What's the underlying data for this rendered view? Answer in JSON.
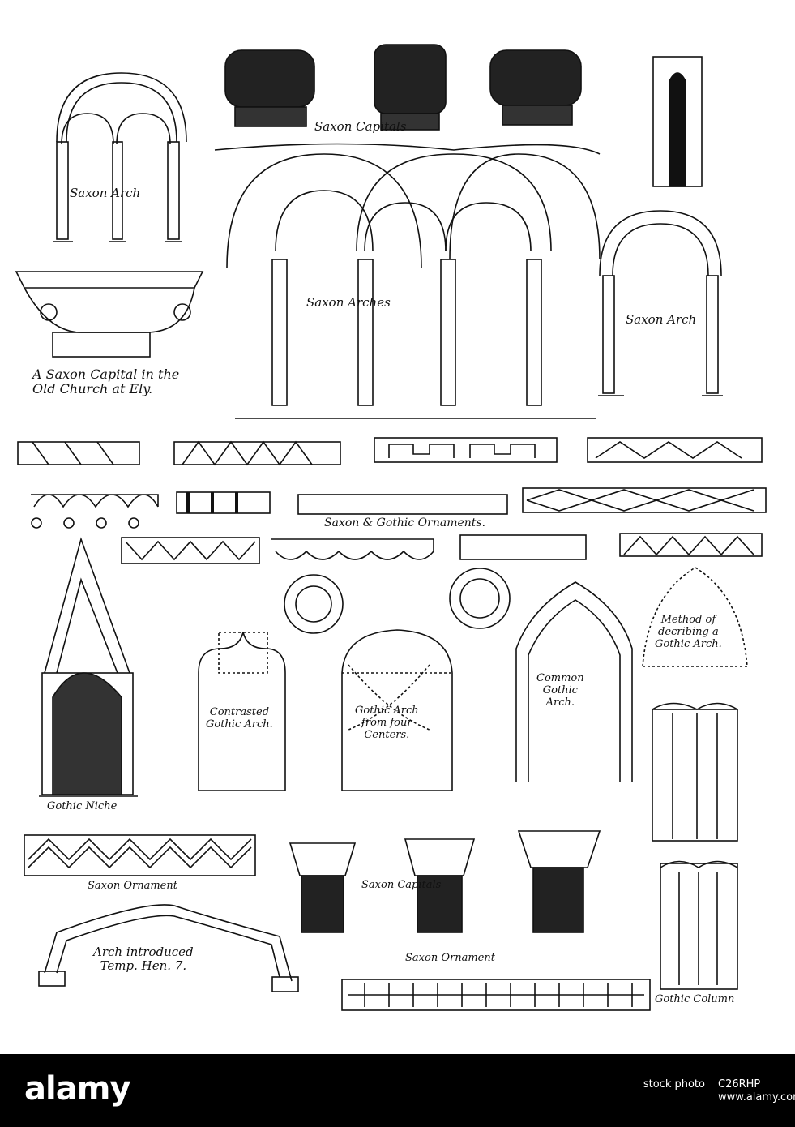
{
  "labels": {
    "saxon_capitals_top": "Saxon      Capitals",
    "saxon_arch_left": "Saxon    Arch",
    "saxon_arches": "Saxon                    Arches",
    "saxon_arch_right": "Saxon Arch",
    "capital_ely": "A Saxon Capital in the\nOld Church at Ely.",
    "saxon_gothic_ornaments": "Saxon & Gothic Ornaments.",
    "method_gothic_arch": "Method of\ndecribing a\nGothic Arch.",
    "contrasted_gothic_arch": "Contrasted\nGothic Arch.",
    "gothic_arch_four_centers": "Gothic Arch\nfrom four\nCenters.",
    "common_gothic_arch": "Common\nGothic\nArch.",
    "gothic_niche": "Gothic Niche",
    "saxon_ornament_left": "Saxon Ornament",
    "saxon_capitals_bottom": "Saxon                Capitals",
    "arch_henry": "Arch introduced\nTemp. Hen. 7.",
    "saxon_ornament_bottom": "Saxon Ornament",
    "gothic_column": "Gothic Column"
  },
  "footer": {
    "brand": "alamy",
    "stock_photo": "stock photo",
    "image_id": "C26RHP",
    "url": "www.alamy.com"
  },
  "colors": {
    "ink": "#111111",
    "paper": "#ffffff",
    "footer_bg": "#000000"
  }
}
